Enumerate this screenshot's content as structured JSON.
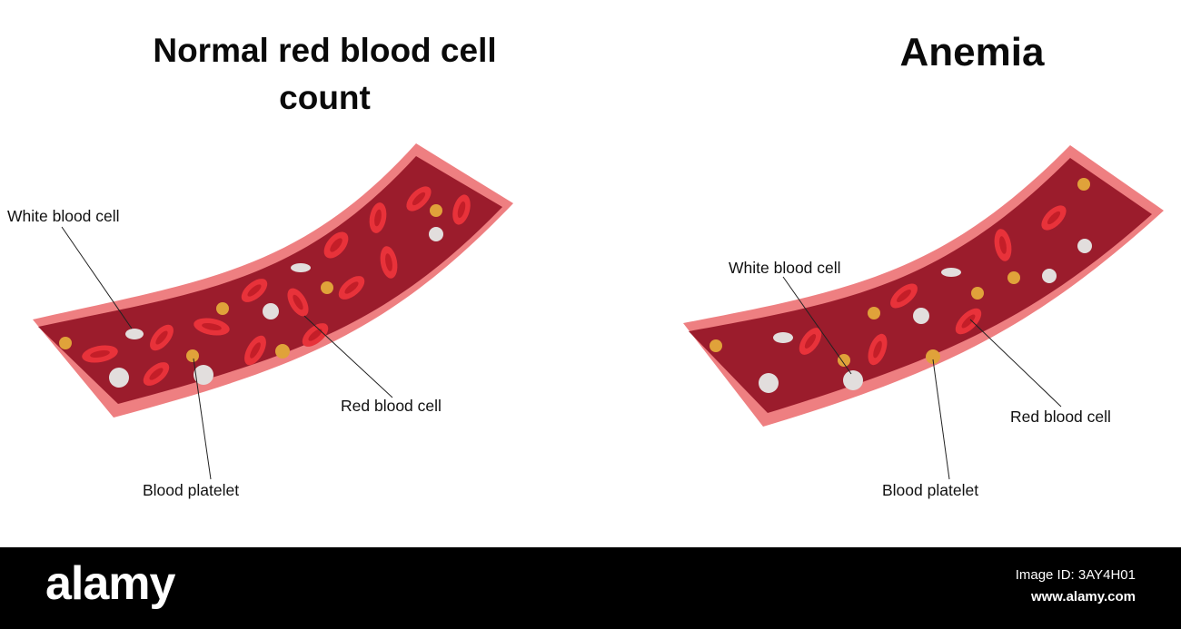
{
  "titles": {
    "normal": "Normal red blood cell count",
    "anemia": "Anemia"
  },
  "labels": {
    "white_blood_cell": "White blood cell",
    "red_blood_cell": "Red blood cell",
    "blood_platelet": "Blood platelet"
  },
  "colors": {
    "vessel_wall": "#ee7f81",
    "vessel_interior": "#9b1c2c",
    "red_cell": "#e8323a",
    "red_cell_center": "#c41e28",
    "white_cell": "#e2dedd",
    "platelet": "#e0a23a"
  },
  "footer": {
    "brand": "alamy",
    "image_id": "Image ID: 3AY4H01",
    "website": "www.alamy.com"
  }
}
